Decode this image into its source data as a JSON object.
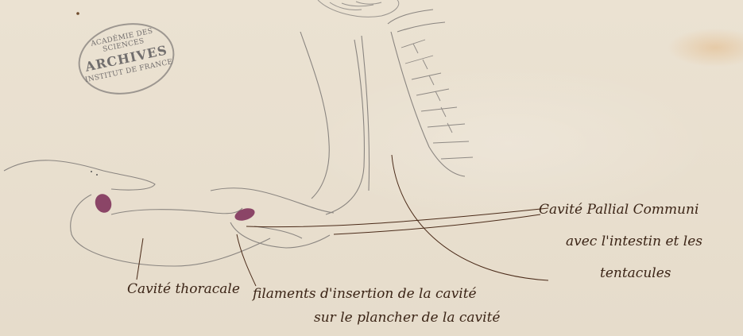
{
  "stamp": {
    "line1": "ACADÉMIE DES SCIENCES",
    "line2": "ARCHIVES",
    "line3": "INSTITUT DE FRANCE"
  },
  "annotations": {
    "right_1": "Cavité Pallial Communi",
    "right_2": "avec l'intestin et les",
    "right_3": "tentacules",
    "bottom_left": "Cavité thoracale",
    "bottom_middle": "filaments d'insertion de la cavité",
    "bottom_middle_2": "sur le plancher de la cavité"
  },
  "colors": {
    "paper": "#e9dfcf",
    "pencil": "#8a8580",
    "ink": "#3b2416",
    "purple": "#7a2a55",
    "stamp": "#5d5a5c"
  }
}
